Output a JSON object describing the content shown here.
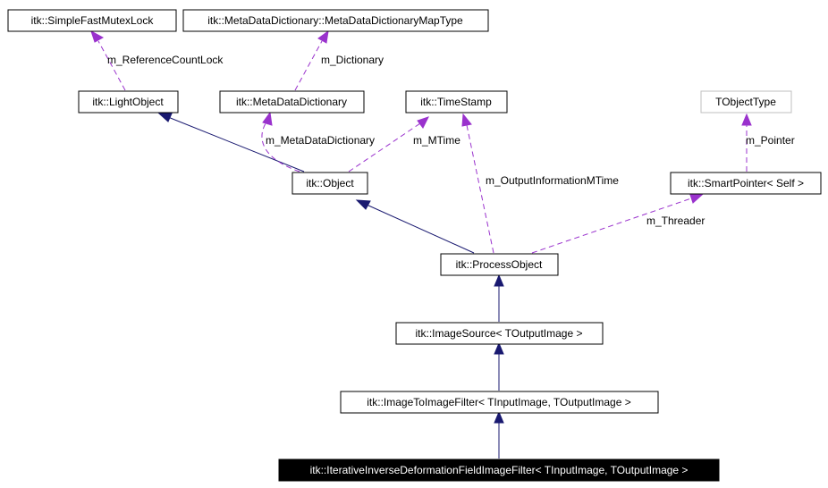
{
  "nodes": {
    "simple_fast_mutex_lock": "itk::SimpleFastMutexLock",
    "metadata_map_type": "itk::MetaDataDictionary::MetaDataDictionaryMapType",
    "light_object": "itk::LightObject",
    "metadata_dictionary": "itk::MetaDataDictionary",
    "time_stamp": "itk::TimeStamp",
    "tobject_type": "TObjectType",
    "object": "itk::Object",
    "smart_pointer": "itk::SmartPointer< Self >",
    "process_object": "itk::ProcessObject",
    "image_source": "itk::ImageSource< TOutputImage >",
    "image_to_image_filter": "itk::ImageToImageFilter< TInputImage, TOutputImage >",
    "iterative_filter": "itk::IterativeInverseDeformationFieldImageFilter< TInputImage, TOutputImage >"
  },
  "edge_labels": {
    "reference_count_lock": "m_ReferenceCountLock",
    "dictionary": "m_Dictionary",
    "metadata_dictionary": "m_MetaDataDictionary",
    "mtime": "m_MTime",
    "output_information_mtime": "m_OutputInformationMTime",
    "pointer": "m_Pointer",
    "threader": "m_Threader"
  },
  "colors": {
    "inheritance": "#191970",
    "member": "#9a32cd",
    "current_fill": "#000000",
    "gray_border": "#bfbfbf"
  }
}
